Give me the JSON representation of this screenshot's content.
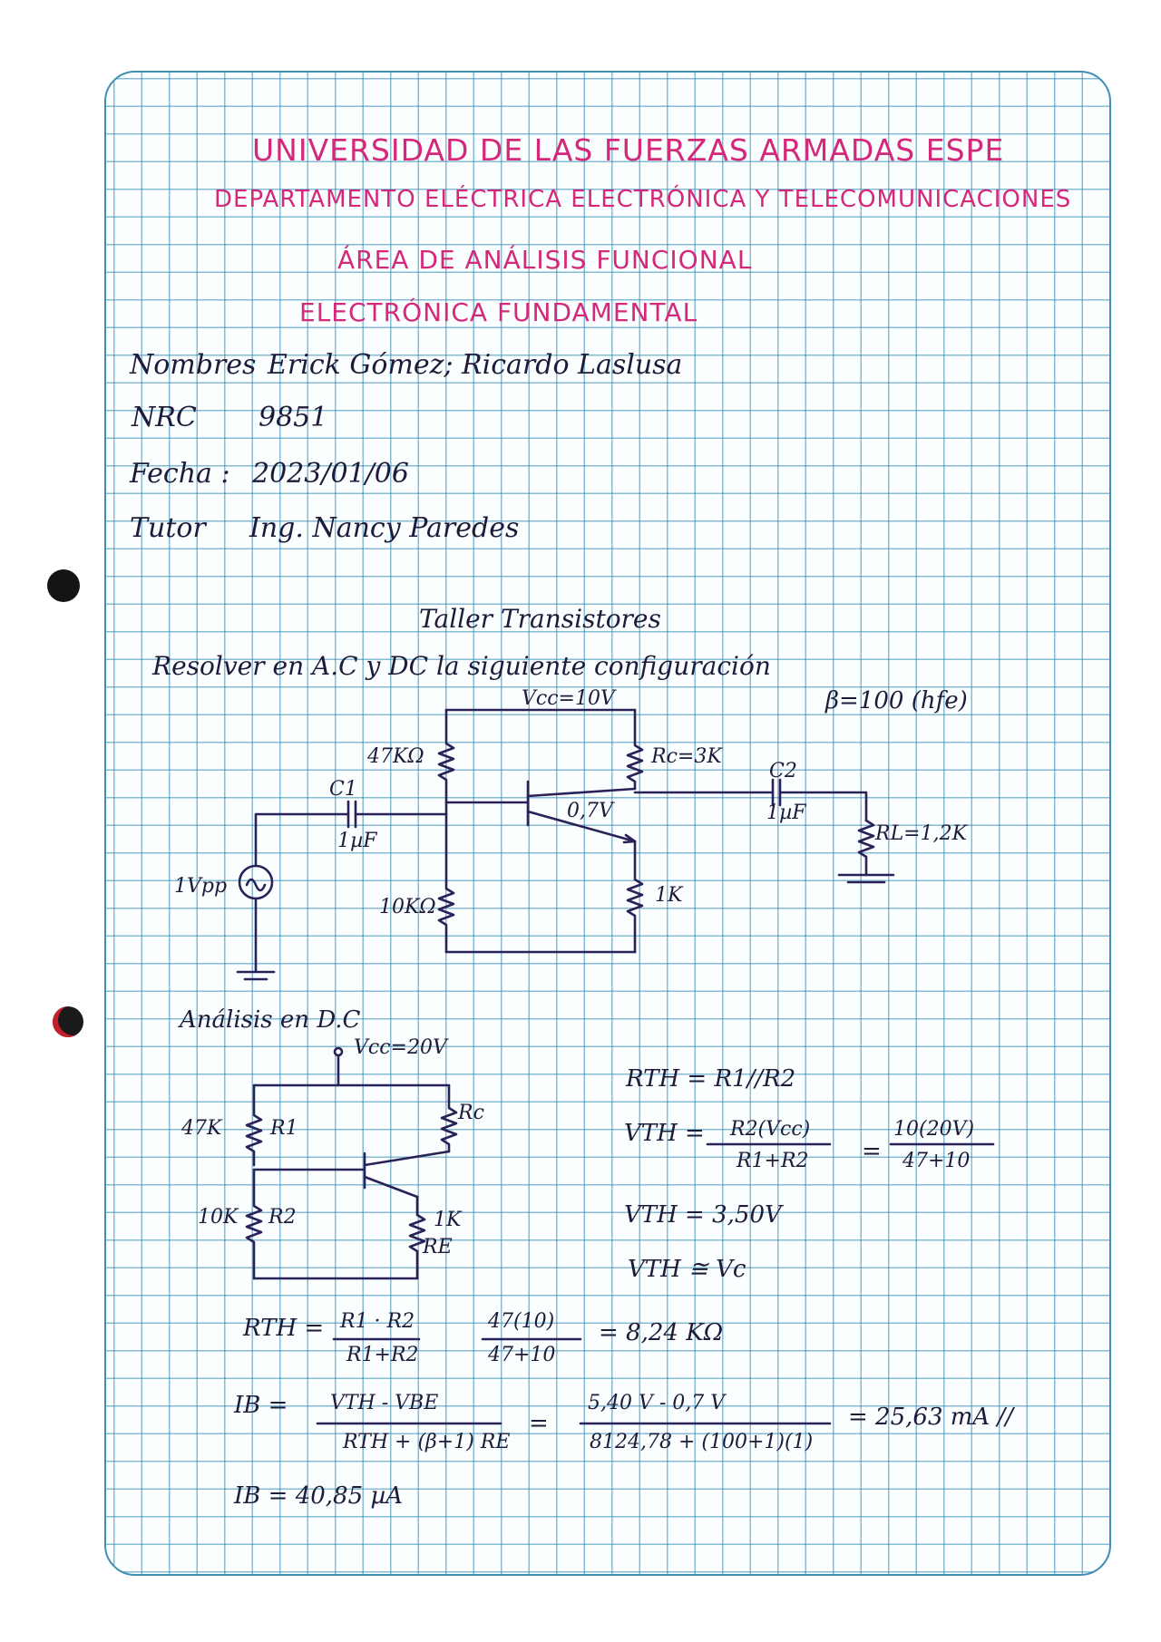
{
  "header": {
    "line1": "UNIVERSIDAD DE LAS FUERZAS ARMADAS ESPE",
    "line2": "DEPARTAMENTO ELÉCTRICA ELECTRÓNICA Y TELECOMUNICACIONES",
    "line3": "ÁREA DE ANÁLISIS FUNCIONAL",
    "line4": "ELECTRÓNICA FUNDAMENTAL"
  },
  "info": {
    "names_label": "Nombres",
    "names_value": "Erick Gómez; Ricardo Laslusa",
    "nrc_label": "NRC",
    "nrc_value": "9851",
    "date_label": "Fecha :",
    "date_value": "2023/01/06",
    "tutor_label": "Tutor",
    "tutor_value": "Ing. Nancy Paredes"
  },
  "workshop": {
    "title": "Taller Transistores",
    "instruction": "Resolver en A.C y DC la siguiente configuración",
    "beta": "β=100 (hfe)"
  },
  "circuit1": {
    "vcc": "Vcc=10V",
    "r1": "47KΩ",
    "rc": "Rc=3K",
    "c1": "C1",
    "c1_value": "1µF",
    "c2": "C2",
    "c2_value": "1µF",
    "vbe": "0,7V",
    "rl": "RL=1,2K",
    "source": "1Vpp",
    "r2": "10KΩ",
    "re": "1K"
  },
  "dc": {
    "title": "Análisis en D.C",
    "vcc": "Vcc=20V",
    "r1": "47K",
    "r1_name": "R1",
    "rc": "Rc",
    "r2": "10K",
    "r2_name": "R2",
    "re": "1K",
    "re_name": "RE"
  },
  "equations": {
    "rth_def": "RTH = R1//R2",
    "vth_lhs": "VTH =",
    "vth_num": "R2(Vcc)",
    "vth_den": "R1+R2",
    "vth_num2": "10(20V)",
    "vth_den2": "47+10",
    "vth_result": "VTH = 3,50V",
    "vth_approx": "VTH ≅ Vc",
    "rth_lhs": "RTH =",
    "rth_num": "R1 · R2",
    "rth_den": "R1+R2",
    "rth_num2": "47(10)",
    "rth_den2": "47+10",
    "rth_result": "= 8,24 KΩ",
    "ib_lhs": "IB =",
    "ib_num": "VTH - VBE",
    "ib_den": "RTH + (β+1) RE",
    "ib_num2": "5,40 V - 0,7 V",
    "ib_den2": "8124,78 + (100+1)(1)",
    "ib_result": "= 25,63 mA //",
    "ib_final": "IB = 40,85 µA"
  }
}
